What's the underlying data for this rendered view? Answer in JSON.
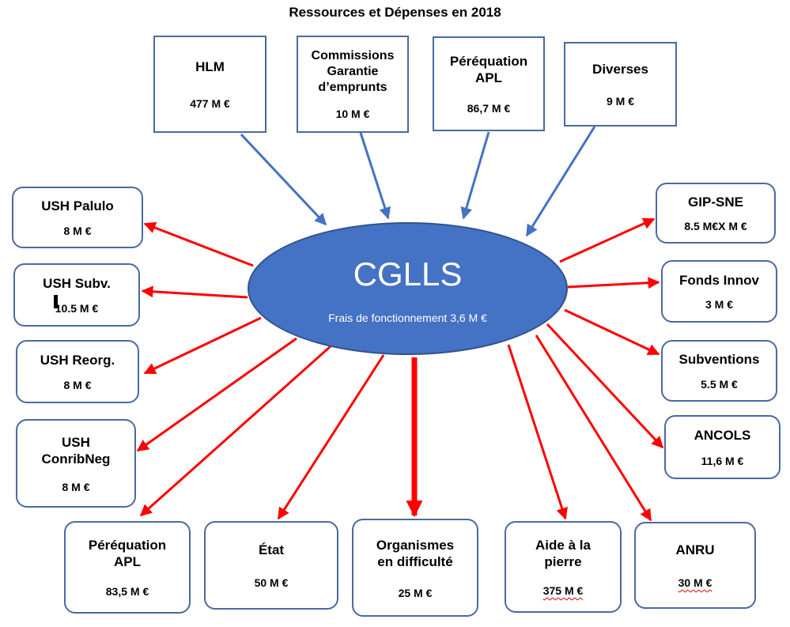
{
  "title": "Ressources et Dépenses en 2018",
  "center": {
    "name": "CGLLS",
    "subtitle": "Frais de fonctionnement 3,6 M €",
    "fill": "#4472c4"
  },
  "colors": {
    "inflow": "#4472c4",
    "outflow": "#ff0000"
  },
  "inflows": [
    {
      "label": "HLM",
      "value": "477 M €"
    },
    {
      "label": "Commissions\nGarantie\nd’emprunts",
      "value": "10 M €"
    },
    {
      "label": "Péréquation\nAPL",
      "value": "86,7 M €"
    },
    {
      "label": "Diverses",
      "value": "9 M €"
    }
  ],
  "outflows_left": [
    {
      "label": "USH Palulo",
      "value": "8 M €"
    },
    {
      "label": "USH Subv.",
      "value": "10.5 M €"
    },
    {
      "label": "USH Reorg.",
      "value": "8 M €"
    },
    {
      "label": "USH\nConribNeg",
      "value": "8  M €"
    }
  ],
  "outflows_right": [
    {
      "label": "GIP-SNE",
      "value": "8.5 M€X M €"
    },
    {
      "label": "Fonds Innov",
      "value": "3 M €"
    },
    {
      "label": "Subventions",
      "value": "5.5 M €"
    },
    {
      "label": "ANCOLS",
      "value": "11,6 M €"
    }
  ],
  "outflows_bottom": [
    {
      "label": "Péréquation\nAPL",
      "value": "83,5 M €"
    },
    {
      "label": "État",
      "value": "50 M €"
    },
    {
      "label": "Organismes\nen difficulté",
      "value": "25 M €"
    },
    {
      "label": "Aide à la\npierre",
      "value": "375  M €"
    },
    {
      "label": "ANRU",
      "value": "30  M €"
    }
  ]
}
